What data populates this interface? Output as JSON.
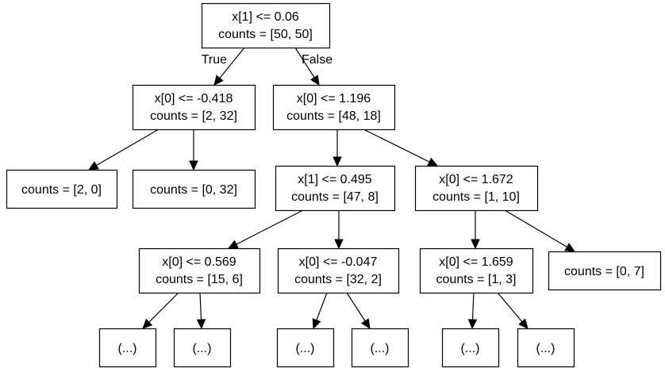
{
  "tree": {
    "nodes": {
      "root": [
        "x[1] <= 0.06",
        "counts = [50, 50]"
      ],
      "n_left": [
        "x[0] <= -0.418",
        "counts = [2, 32]"
      ],
      "n_right": [
        "x[0] <= 1.196",
        "counts = [48, 18]"
      ],
      "leaf_2_0": [
        "counts = [2, 0]"
      ],
      "leaf_0_32": [
        "counts = [0, 32]"
      ],
      "n_rl": [
        "x[1] <= 0.495",
        "counts = [47, 8]"
      ],
      "n_rr": [
        "x[0] <= 1.672",
        "counts = [1, 10]"
      ],
      "n_rll": [
        "x[0] <= 0.569",
        "counts = [15, 6]"
      ],
      "n_rlr": [
        "x[0] <= -0.047",
        "counts = [32, 2]"
      ],
      "n_rrl": [
        "x[0] <= 1.659",
        "counts = [1, 3]"
      ],
      "leaf_0_7": [
        "counts = [0, 7]"
      ],
      "e1": [
        "(...)"
      ],
      "e2": [
        "(...)"
      ],
      "e3": [
        "(...)"
      ],
      "e4": [
        "(...)"
      ],
      "e5": [
        "(...)"
      ],
      "e6": [
        "(...)"
      ]
    },
    "edges": [
      {
        "from": "root",
        "to": "n_left",
        "label": "True"
      },
      {
        "from": "root",
        "to": "n_right",
        "label": "False"
      },
      {
        "from": "n_left",
        "to": "leaf_2_0",
        "label": ""
      },
      {
        "from": "n_left",
        "to": "leaf_0_32",
        "label": ""
      },
      {
        "from": "n_right",
        "to": "n_rl",
        "label": ""
      },
      {
        "from": "n_right",
        "to": "n_rr",
        "label": ""
      },
      {
        "from": "n_rl",
        "to": "n_rll",
        "label": ""
      },
      {
        "from": "n_rl",
        "to": "n_rlr",
        "label": ""
      },
      {
        "from": "n_rr",
        "to": "n_rrl",
        "label": ""
      },
      {
        "from": "n_rr",
        "to": "leaf_0_7",
        "label": ""
      },
      {
        "from": "n_rll",
        "to": "e1",
        "label": ""
      },
      {
        "from": "n_rll",
        "to": "e2",
        "label": ""
      },
      {
        "from": "n_rlr",
        "to": "e3",
        "label": ""
      },
      {
        "from": "n_rlr",
        "to": "e4",
        "label": ""
      },
      {
        "from": "n_rrl",
        "to": "e5",
        "label": ""
      },
      {
        "from": "n_rrl",
        "to": "e6",
        "label": ""
      }
    ]
  }
}
